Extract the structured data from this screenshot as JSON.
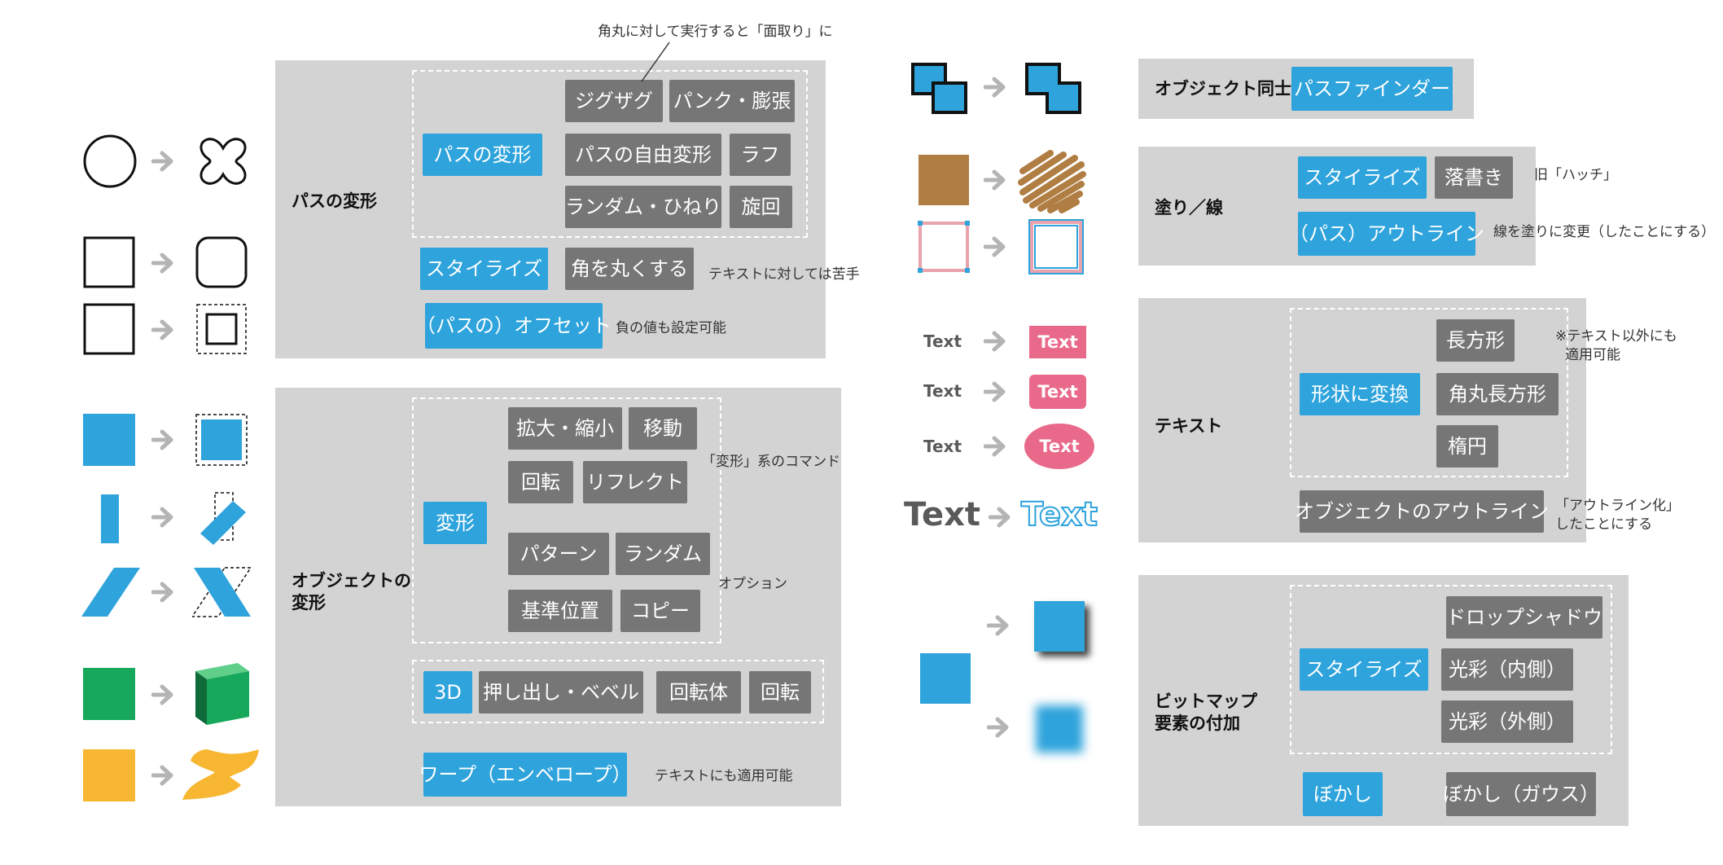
{
  "colors": {
    "panel": "#d3d3d3",
    "button_gray": "#767676",
    "button_blue": "#2ea3dc",
    "pink": "#e9698a",
    "brown": "#b07d43",
    "green": "#17a85b",
    "yellow": "#f7b733",
    "light_blue": "#2ea3dc"
  },
  "panels": {
    "path_transform": {
      "label": "パスの変形",
      "zigzag": "ジグザグ",
      "pucker_bloat": "パンク・膨張",
      "path_transform": "パスの変形",
      "free_distort": "パスの自由変形",
      "roughen": "ラフ",
      "tweak": "ランダム・ひねり",
      "twist": "旋回",
      "stylize": "スタイライズ",
      "round_corners": "角を丸くする",
      "offset_path": "（パスの）オフセット",
      "note_chamfer": "角丸に対して実行すると「面取り」に",
      "note_text": "テキストに対しては苦手",
      "note_offset": "負の値も設定可能"
    },
    "object_transform": {
      "label_line1": "オブジェクトの",
      "label_line2": "変形",
      "transform": "変形",
      "scale": "拡大・縮小",
      "move": "移動",
      "rotate": "回転",
      "reflect": "リフレクト",
      "pattern": "パターン",
      "random": "ランダム",
      "ref_point": "基準位置",
      "copy": "コピー",
      "td3": "3D",
      "extrude": "押し出し・ベベル",
      "revolve": "回転体",
      "rotate3d": "回転",
      "warp": "ワープ（エンベロープ）",
      "note_commands": "「変形」系のコマンド",
      "note_options": "オプション",
      "note_warp": "テキストにも適用可能"
    },
    "pathfinder": {
      "label": "オブジェクト同士",
      "button": "パスファインダー"
    },
    "fill_stroke": {
      "label": "塗り／線",
      "stylize": "スタイライズ",
      "scribble": "落書き",
      "outline_stroke": "（パス）アウトライン",
      "note_hatch": "旧「ハッチ」",
      "note_outline": "線を塗りに変更（したことにする）"
    },
    "text": {
      "label": "テキスト",
      "convert_shape": "形状に変換",
      "rectangle": "長方形",
      "rounded_rectangle": "角丸長方形",
      "ellipse": "楕円",
      "outline_object": "オブジェクトのアウトライン",
      "note_other1": "※テキスト以外にも",
      "note_other2": "適用可能",
      "note_outline1": "「アウトライン化」",
      "note_outline2": "したことにする"
    },
    "bitmap": {
      "label_line1": "ビットマップ",
      "label_line2": "要素の付加",
      "stylize": "スタイライズ",
      "drop_shadow": "ドロップシャドウ",
      "inner_glow": "光彩（内側）",
      "outer_glow": "光彩（外側）",
      "blur": "ぼかし",
      "gaussian_blur": "ぼかし（ガウス）"
    }
  },
  "samples": {
    "text_word": "Text"
  }
}
